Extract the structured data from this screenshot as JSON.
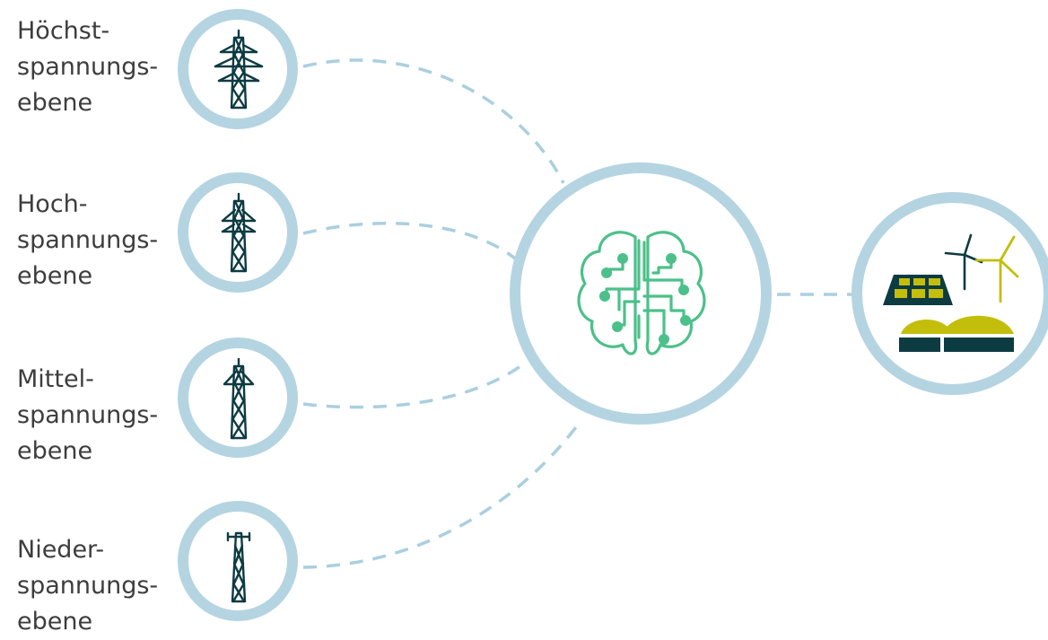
{
  "levels": [
    {
      "line1": "Höchst-",
      "line2": "spannungs-",
      "line3": "ebene",
      "icon": "extra-high-voltage-pylon-icon"
    },
    {
      "line1": "Hoch-",
      "line2": "spannungs-",
      "line3": "ebene",
      "icon": "high-voltage-pylon-icon"
    },
    {
      "line1": "Mittel-",
      "line2": "spannungs-",
      "line3": "ebene",
      "icon": "medium-voltage-pylon-icon"
    },
    {
      "line1": "Nieder-",
      "line2": "spannungs-",
      "line3": "ebene",
      "icon": "low-voltage-pole-icon"
    }
  ],
  "hub": {
    "icon": "ai-brain-circuit-icon"
  },
  "generation": {
    "icon": "renewable-energy-icon"
  },
  "colors": {
    "circle": "#b5d4e2",
    "connector": "#aacfe0",
    "pylon": "#0d3b42",
    "brain": "#4cc08a",
    "solar": "#c3be0c",
    "text": "#3d3d3d"
  }
}
